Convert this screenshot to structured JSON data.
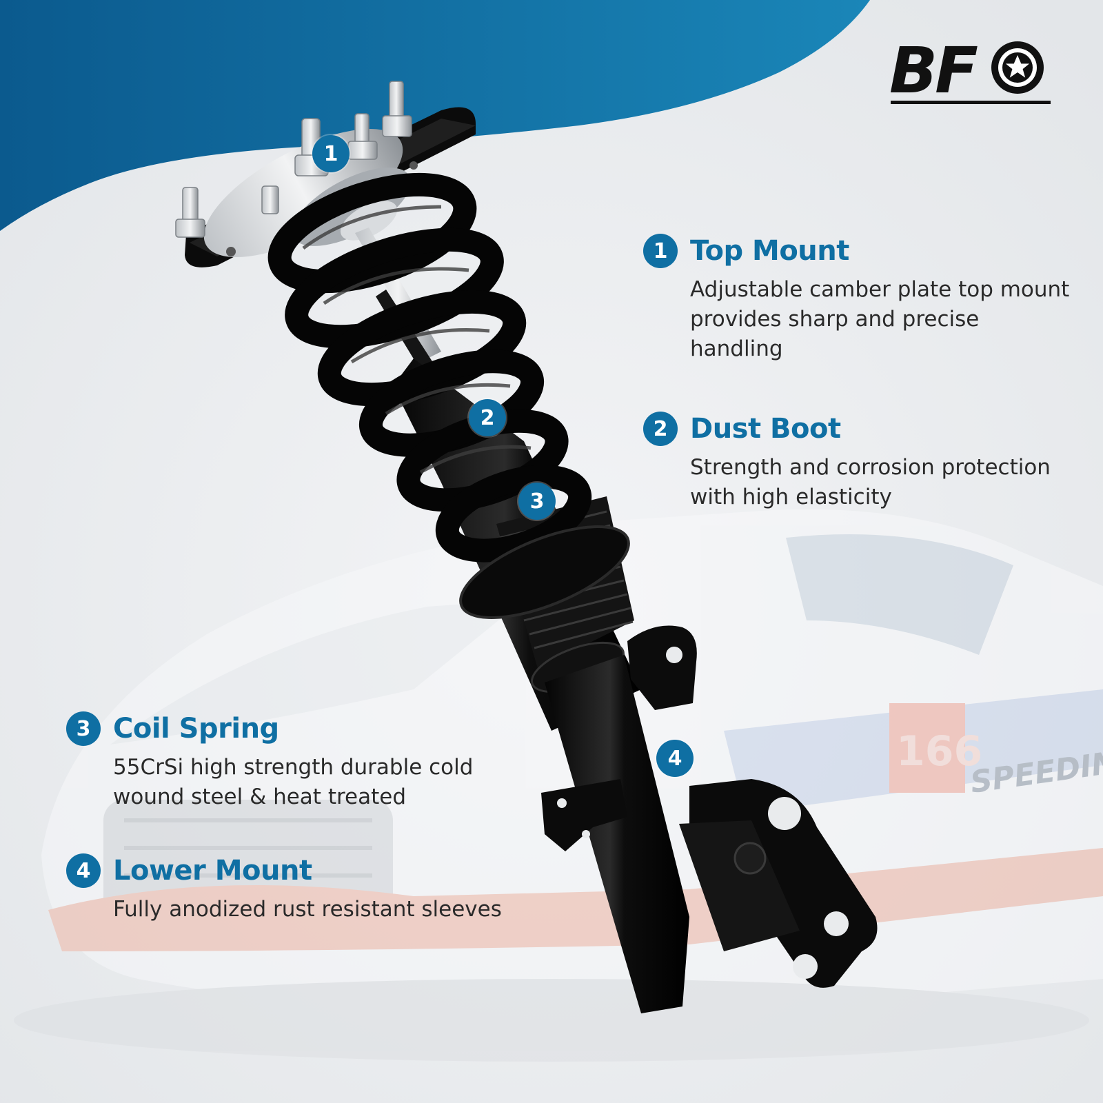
{
  "brand": {
    "logo_text": "BF",
    "logo_mark": "star-wheel-icon",
    "color": "#111111"
  },
  "colors": {
    "accent": "#0f6fa3",
    "wave_dark": "#0b5a8e",
    "wave_light": "#1a86b8",
    "text": "#2a2a2a"
  },
  "callouts": [
    "1",
    "2",
    "3",
    "4"
  ],
  "features": [
    {
      "number": "1",
      "title": "Top Mount",
      "description": "Adjustable camber plate top mount provides sharp and precise handling"
    },
    {
      "number": "2",
      "title": "Dust Boot",
      "description": "Strength and corrosion protection with high elasticity"
    },
    {
      "number": "3",
      "title": "Coil Spring",
      "description": "55CrSi high strength durable cold wound steel & heat treated"
    },
    {
      "number": "4",
      "title": "Lower Mount",
      "description": "Fully anodized rust resistant sleeves"
    }
  ],
  "background_car": {
    "race_number": "166",
    "livery_text": "SPEEDINGRO"
  }
}
